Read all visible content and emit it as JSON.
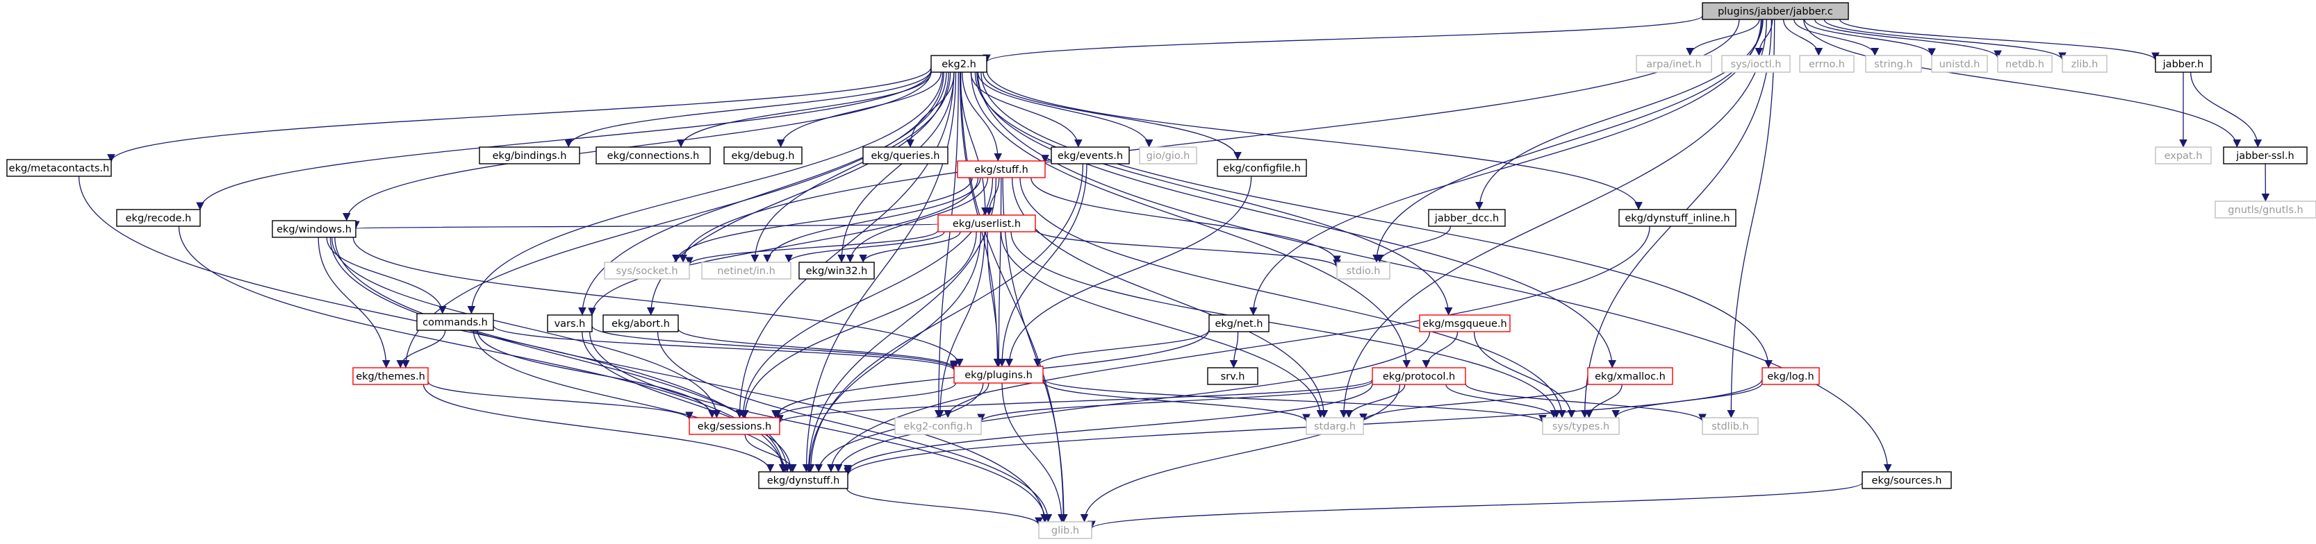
{
  "colors": {
    "edge": "#191970",
    "node_border": "#000000",
    "focus_fill": "#bfbfbf",
    "truncated_border": "#ff0000",
    "ghost_border": "#bfbfbf",
    "ghost_text": "#9a9a9a"
  },
  "nodes": {
    "root": {
      "label": "plugins/jabber/jabber.c",
      "kind": "focus"
    },
    "ekg2": {
      "label": "ekg2.h",
      "kind": "normal"
    },
    "arpa": {
      "label": "arpa/inet.h",
      "kind": "ghost"
    },
    "ioctl": {
      "label": "sys/ioctl.h",
      "kind": "ghost"
    },
    "errno": {
      "label": "errno.h",
      "kind": "ghost"
    },
    "string": {
      "label": "string.h",
      "kind": "ghost"
    },
    "unistd": {
      "label": "unistd.h",
      "kind": "ghost"
    },
    "netdb": {
      "label": "netdb.h",
      "kind": "ghost"
    },
    "zlib": {
      "label": "zlib.h",
      "kind": "ghost"
    },
    "jabber": {
      "label": "jabber.h",
      "kind": "normal"
    },
    "expat": {
      "label": "expat.h",
      "kind": "ghost"
    },
    "jssl": {
      "label": "jabber-ssl.h",
      "kind": "normal"
    },
    "gnutls": {
      "label": "gnutls/gnutls.h",
      "kind": "ghost"
    },
    "meta": {
      "label": "ekg/metacontacts.h",
      "kind": "normal"
    },
    "recode": {
      "label": "ekg/recode.h",
      "kind": "normal"
    },
    "bindings": {
      "label": "ekg/bindings.h",
      "kind": "normal"
    },
    "conns": {
      "label": "ekg/connections.h",
      "kind": "normal"
    },
    "debug": {
      "label": "ekg/debug.h",
      "kind": "normal"
    },
    "queries": {
      "label": "ekg/queries.h",
      "kind": "normal"
    },
    "events": {
      "label": "ekg/events.h",
      "kind": "normal"
    },
    "gio": {
      "label": "gio/gio.h",
      "kind": "ghost"
    },
    "stuff": {
      "label": "ekg/stuff.h",
      "kind": "truncated"
    },
    "cfgfile": {
      "label": "ekg/configfile.h",
      "kind": "normal"
    },
    "jdcc": {
      "label": "jabber_dcc.h",
      "kind": "normal"
    },
    "dinline": {
      "label": "ekg/dynstuff_inline.h",
      "kind": "normal"
    },
    "userlist": {
      "label": "ekg/userlist.h",
      "kind": "truncated"
    },
    "windows": {
      "label": "ekg/windows.h",
      "kind": "normal"
    },
    "socket": {
      "label": "sys/socket.h",
      "kind": "ghost"
    },
    "netinet": {
      "label": "netinet/in.h",
      "kind": "ghost"
    },
    "win32": {
      "label": "ekg/win32.h",
      "kind": "normal"
    },
    "stdio": {
      "label": "stdio.h",
      "kind": "ghost"
    },
    "commands": {
      "label": "commands.h",
      "kind": "normal"
    },
    "vars": {
      "label": "vars.h",
      "kind": "normal"
    },
    "abort": {
      "label": "ekg/abort.h",
      "kind": "normal"
    },
    "net": {
      "label": "ekg/net.h",
      "kind": "normal"
    },
    "msgq": {
      "label": "ekg/msgqueue.h",
      "kind": "truncated"
    },
    "themes": {
      "label": "ekg/themes.h",
      "kind": "truncated"
    },
    "plugins": {
      "label": "ekg/plugins.h",
      "kind": "truncated"
    },
    "srv": {
      "label": "srv.h",
      "kind": "normal"
    },
    "protocol": {
      "label": "ekg/protocol.h",
      "kind": "truncated"
    },
    "xmalloc": {
      "label": "ekg/xmalloc.h",
      "kind": "truncated"
    },
    "log": {
      "label": "ekg/log.h",
      "kind": "truncated"
    },
    "sessions": {
      "label": "ekg/sessions.h",
      "kind": "truncated"
    },
    "config": {
      "label": "ekg2-config.h",
      "kind": "ghost"
    },
    "stdarg": {
      "label": "stdarg.h",
      "kind": "ghost"
    },
    "systypes": {
      "label": "sys/types.h",
      "kind": "ghost"
    },
    "stdlib": {
      "label": "stdlib.h",
      "kind": "ghost"
    },
    "dynstuff": {
      "label": "ekg/dynstuff.h",
      "kind": "normal"
    },
    "sources": {
      "label": "ekg/sources.h",
      "kind": "normal"
    },
    "glib": {
      "label": "glib.h",
      "kind": "ghost"
    }
  },
  "edges": [
    [
      "root",
      "ekg2"
    ],
    [
      "root",
      "arpa"
    ],
    [
      "root",
      "ioctl"
    ],
    [
      "root",
      "errno"
    ],
    [
      "root",
      "string"
    ],
    [
      "root",
      "unistd"
    ],
    [
      "root",
      "netdb"
    ],
    [
      "root",
      "zlib"
    ],
    [
      "root",
      "jabber"
    ],
    [
      "root",
      "jssl"
    ],
    [
      "root",
      "socket"
    ],
    [
      "root",
      "stdio"
    ],
    [
      "root",
      "jdcc"
    ],
    [
      "root",
      "net"
    ],
    [
      "root",
      "stdarg"
    ],
    [
      "root",
      "systypes"
    ],
    [
      "root",
      "stdlib"
    ],
    [
      "jabber",
      "expat"
    ],
    [
      "jabber",
      "jssl"
    ],
    [
      "jssl",
      "gnutls"
    ],
    [
      "ekg2",
      "meta"
    ],
    [
      "ekg2",
      "recode"
    ],
    [
      "ekg2",
      "bindings"
    ],
    [
      "ekg2",
      "conns"
    ],
    [
      "ekg2",
      "debug"
    ],
    [
      "ekg2",
      "queries"
    ],
    [
      "ekg2",
      "events"
    ],
    [
      "ekg2",
      "gio"
    ],
    [
      "ekg2",
      "stuff"
    ],
    [
      "ekg2",
      "cfgfile"
    ],
    [
      "ekg2",
      "dinline"
    ],
    [
      "ekg2",
      "windows"
    ],
    [
      "ekg2",
      "userlist"
    ],
    [
      "ekg2",
      "netinet"
    ],
    [
      "ekg2",
      "win32"
    ],
    [
      "ekg2",
      "commands"
    ],
    [
      "ekg2",
      "vars"
    ],
    [
      "ekg2",
      "abort"
    ],
    [
      "ekg2",
      "msgq"
    ],
    [
      "ekg2",
      "themes"
    ],
    [
      "ekg2",
      "plugins"
    ],
    [
      "ekg2",
      "protocol"
    ],
    [
      "ekg2",
      "xmalloc"
    ],
    [
      "ekg2",
      "log"
    ],
    [
      "ekg2",
      "sessions"
    ],
    [
      "ekg2",
      "config"
    ],
    [
      "ekg2",
      "dynstuff"
    ],
    [
      "ekg2",
      "sources"
    ],
    [
      "ekg2",
      "glib"
    ],
    [
      "events",
      "stuff"
    ],
    [
      "events",
      "plugins"
    ],
    [
      "events",
      "dynstuff"
    ],
    [
      "stuff",
      "userlist"
    ],
    [
      "stuff",
      "socket"
    ],
    [
      "stuff",
      "netinet"
    ],
    [
      "stuff",
      "win32"
    ],
    [
      "stuff",
      "stdio"
    ],
    [
      "stuff",
      "vars"
    ],
    [
      "stuff",
      "plugins"
    ],
    [
      "stuff",
      "sessions"
    ],
    [
      "stuff",
      "stdarg"
    ],
    [
      "stuff",
      "systypes"
    ],
    [
      "stuff",
      "dynstuff"
    ],
    [
      "stuff",
      "glib"
    ],
    [
      "cfgfile",
      "plugins"
    ],
    [
      "jdcc",
      "stdio"
    ],
    [
      "dinline",
      "dynstuff"
    ],
    [
      "userlist",
      "windows"
    ],
    [
      "userlist",
      "socket"
    ],
    [
      "userlist",
      "netinet"
    ],
    [
      "userlist",
      "win32"
    ],
    [
      "userlist",
      "stdio"
    ],
    [
      "userlist",
      "plugins"
    ],
    [
      "userlist",
      "sessions"
    ],
    [
      "userlist",
      "config"
    ],
    [
      "userlist",
      "stdarg"
    ],
    [
      "userlist",
      "systypes"
    ],
    [
      "userlist",
      "dynstuff"
    ],
    [
      "windows",
      "commands"
    ],
    [
      "windows",
      "themes"
    ],
    [
      "windows",
      "plugins"
    ],
    [
      "windows",
      "sessions"
    ],
    [
      "windows",
      "dynstuff"
    ],
    [
      "windows",
      "glib"
    ],
    [
      "commands",
      "themes"
    ],
    [
      "commands",
      "plugins"
    ],
    [
      "commands",
      "sessions"
    ],
    [
      "commands",
      "dynstuff"
    ],
    [
      "vars",
      "plugins"
    ],
    [
      "vars",
      "dynstuff"
    ],
    [
      "vars",
      "glib"
    ],
    [
      "abort",
      "plugins"
    ],
    [
      "abort",
      "glib"
    ],
    [
      "net",
      "plugins"
    ],
    [
      "net",
      "srv"
    ],
    [
      "net",
      "sessions"
    ],
    [
      "msgq",
      "protocol"
    ],
    [
      "msgq",
      "systypes"
    ],
    [
      "msgq",
      "dynstuff"
    ],
    [
      "themes",
      "sessions"
    ],
    [
      "themes",
      "dynstuff"
    ],
    [
      "plugins",
      "sessions"
    ],
    [
      "plugins",
      "config"
    ],
    [
      "plugins",
      "stdarg"
    ],
    [
      "plugins",
      "systypes"
    ],
    [
      "plugins",
      "dynstuff"
    ],
    [
      "plugins",
      "glib"
    ],
    [
      "protocol",
      "sessions"
    ],
    [
      "protocol",
      "config"
    ],
    [
      "protocol",
      "stdarg"
    ],
    [
      "protocol",
      "systypes"
    ],
    [
      "protocol",
      "stdlib"
    ],
    [
      "protocol",
      "dynstuff"
    ],
    [
      "protocol",
      "glib"
    ],
    [
      "xmalloc",
      "stdarg"
    ],
    [
      "xmalloc",
      "systypes"
    ],
    [
      "log",
      "systypes"
    ],
    [
      "log",
      "dynstuff"
    ],
    [
      "meta",
      "dynstuff"
    ],
    [
      "recode",
      "dynstuff"
    ],
    [
      "sessions",
      "dynstuff"
    ],
    [
      "dynstuff",
      "glib"
    ],
    [
      "sources",
      "glib"
    ]
  ]
}
